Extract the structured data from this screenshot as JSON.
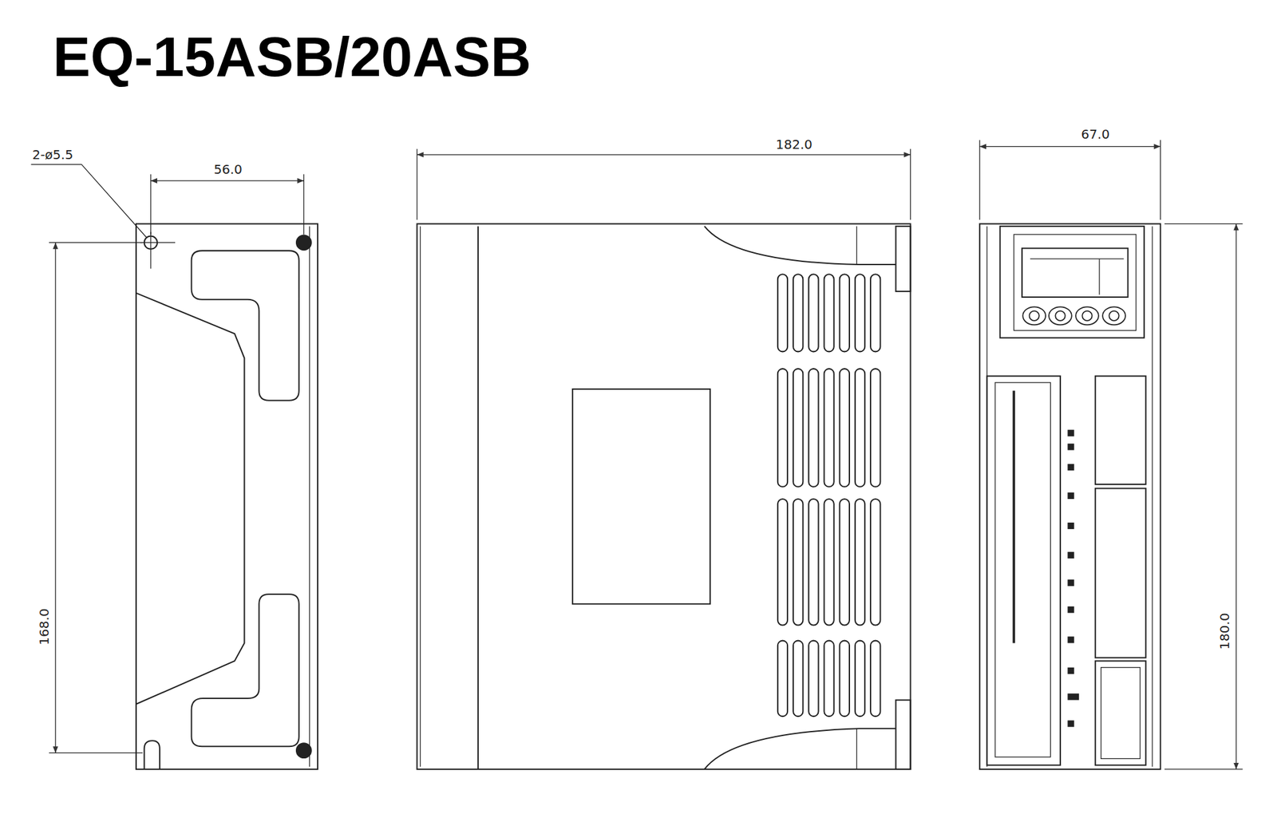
{
  "diagram": {
    "title": "EQ-15ASB/20ASB",
    "labels": [
      "2-ø5.5",
      "56.0",
      "168.0",
      "182.0",
      "67.0",
      "180.0"
    ]
  }
}
